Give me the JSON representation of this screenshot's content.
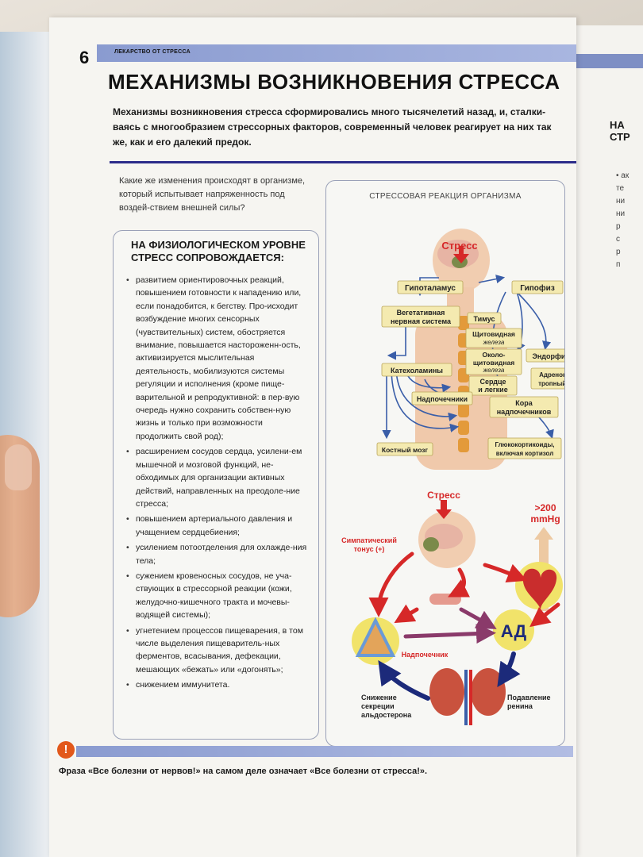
{
  "page": {
    "number": "6",
    "running_head": "ЛЕКАРСТВО ОТ СТРЕССА",
    "title": "МЕХАНИЗМЫ ВОЗНИКНОВЕНИЯ СТРЕССА",
    "intro": "Механизмы возникновения стресса сформировались много тысячелетий назад, и, сталки-ваясь с многообразием стрессорных факторов, современный человек реагирует на них так же, как и его далекий предок.",
    "question": "Какие же изменения происходят в организме, который испытывает напряженность под воздей-ствием внешней силы?"
  },
  "physio_box": {
    "title": "НА ФИЗИОЛОГИЧЕСКОМ УРОВНЕ СТРЕСС СОПРОВОЖДАЕТСЯ:",
    "bullets": [
      "развитием ориентировочных реакций, повышением готовности к нападению или, если понадобится, к бегству. Про-исходит возбуждение многих сенсорных (чувствительных) систем, обостряется внимание, повышается настороженн-ость, активизируется мыслительная деятельность, мобилизуются системы регуляции и исполнения (кроме пище-варительной и репродуктивной: в пер-вую очередь нужно сохранить собствен-ную жизнь и только при возможности продолжить свой род);",
      "расширением сосудов сердца, усилени-ем мышечной и мозговой функций, не-обходимых для организации активных действий, направленных на преодоле-ние стресса;",
      "повышением артериального давления и учащением сердцебиения;",
      "усилением потоотделения для охлажде-ния тела;",
      "сужением кровеносных сосудов, не уча-ствующих в стрессорной реакции (кожи, желудочно-кишечного тракта и мочевы-водящей системы);",
      "угнетением процессов пищеварения, в том числе выделения пищеваритель-ных ферментов, всасывания, дефекации, мешающих «бежать» или «догонять»;",
      "снижением иммунитета."
    ]
  },
  "diagram": {
    "title": "СТРЕССОВАЯ РЕАКЦИЯ ОРГАНИЗМА",
    "stress_label": "Стресс",
    "labels": {
      "hypothalamus": "Гипоталамус",
      "pituitary": "Гипофиз",
      "autonomic_1": "Вегетативная",
      "autonomic_2": "нервная система",
      "thymus": "Тимус",
      "thyroid_1": "Щитовидная",
      "thyroid_2": "железа",
      "parathyroid_1": "Около-",
      "parathyroid_2": "щитовидная",
      "parathyroid_3": "железа",
      "catecholamines": "Катехоламины",
      "heart_lungs_1": "Сердце",
      "heart_lungs_2": "и легкие",
      "endorphins": "Эндорфины",
      "acth_1": "Адренокортико-",
      "acth_2": "тропный гормон",
      "adrenals": "Надпочечники",
      "cortex_1": "Кора",
      "cortex_2": "надпочечников",
      "bone_marrow": "Костный мозг",
      "glucocorticoids_1": "Глюкокортикоиды,",
      "glucocorticoids_2": "включая кортизол"
    }
  },
  "bp_diagram": {
    "stress_label": "Стресс",
    "pressure_1": ">200",
    "pressure_2": "mmHg",
    "sympathetic_1": "Симпатический",
    "sympathetic_2": "тонус (+)",
    "ad": "АД",
    "adrenal": "Надпочечник",
    "aldo_1": "Снижение",
    "aldo_2": "секреции",
    "aldo_3": "альдостерона",
    "renin_1": "Подавление",
    "renin_2": "ренина"
  },
  "note": {
    "icon": "!",
    "text": "Фраза «Все болезни от нервов!» на самом деле означает «Все болезни от стресса!»."
  },
  "right_page": {
    "title_1": "НА",
    "title_2": "СТР",
    "lines": [
      "• ак",
      "те",
      "ни",
      "ни",
      "р",
      "с",
      "р",
      "п"
    ]
  },
  "colors": {
    "accent_blue": "#8a9bd0",
    "label_fill": "#f4eab0",
    "arrow_blue": "#3a5ea8",
    "arrow_red": "#d62828",
    "arrow_navy": "#1c2a7a"
  }
}
